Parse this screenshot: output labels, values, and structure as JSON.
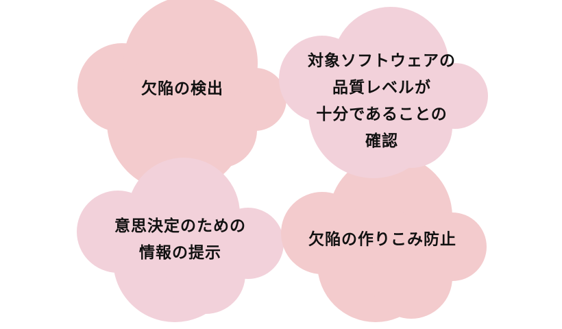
{
  "colors": {
    "salmon": "#F3CBCD",
    "lavender": "#F2D1DA",
    "text": "#111111",
    "background": "#FFFFFF"
  },
  "clouds": [
    {
      "id": "defect-detection",
      "color": "salmon",
      "lines": [
        "欠陥の検出"
      ]
    },
    {
      "id": "quality-confirmation",
      "color": "lavender",
      "lines": [
        "対象ソフトウェアの",
        "品質レベルが",
        "十分であることの",
        "確認"
      ]
    },
    {
      "id": "decision-information",
      "color": "lavender",
      "lines": [
        "意思決定のための",
        "情報の提示"
      ]
    },
    {
      "id": "defect-prevention",
      "color": "salmon",
      "lines": [
        "欠陥の作りこみ防止"
      ]
    }
  ]
}
